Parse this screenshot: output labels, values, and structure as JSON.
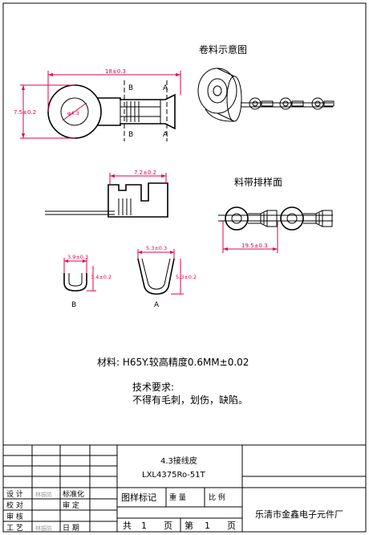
{
  "views": {
    "reel_title": "卷料示意图",
    "strip_title": "料带排样面",
    "section_a": "A",
    "section_b": "B",
    "cut_mark_b": "B",
    "cut_mark_a": "A"
  },
  "dimensions": {
    "overall_length": "18±0.3",
    "ring_height": "7.5±0.2",
    "hole_dia": "φ4.3",
    "crimp_length": "7.2±0.2",
    "pitch": "19.5±0.3",
    "b_width": "3.9±0.3",
    "b_height": "3.4±0.2",
    "a_width": "5.3±0.3",
    "a_height": "5.3±0.2"
  },
  "notes": {
    "material": "材料:   H65Y.较高精度0.6MM±0.02",
    "req_title": "技术要求:",
    "req_body": "不得有毛刺，划伤，缺陷。"
  },
  "title_block": {
    "part_name": "4.3接线皮",
    "part_no": "LXL4375Ro-51T",
    "row_design": "设   计",
    "row_check": "校   对",
    "row_review": "审   核",
    "row_process": "工   艺",
    "std_label": "标准化",
    "audit_label": "审   定",
    "date_label": "日   期",
    "grey1": "林振防",
    "grey2": "林振防",
    "mark_label": "图样标记",
    "weight_label": "重   量",
    "scale_label": "比   例",
    "total_label": "共",
    "total_num": "1",
    "total_unit": "页",
    "page_label": "第",
    "page_num": "1",
    "page_unit": "页",
    "company": "乐清市金鑫电子元件厂"
  }
}
